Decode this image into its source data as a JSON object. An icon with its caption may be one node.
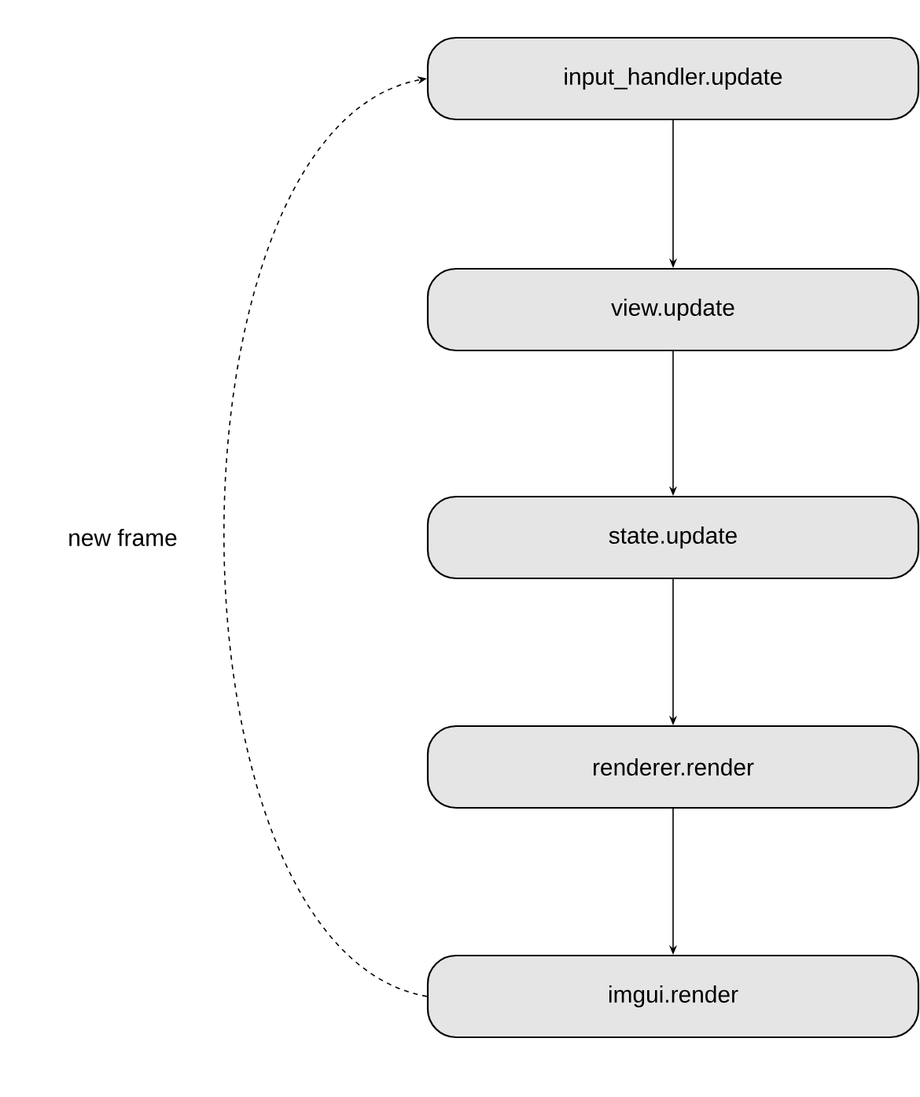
{
  "diagram": {
    "nodes": [
      {
        "text": [
          "input_handler.update"
        ]
      },
      {
        "text": [
          "view.update"
        ]
      },
      {
        "text": [
          "state.update"
        ]
      },
      {
        "text": [
          "renderer.render"
        ]
      },
      {
        "text": [
          "imgui.render"
        ]
      }
    ],
    "edges": [
      {
        "from": 0,
        "to": 1,
        "arrow": "to"
      },
      {
        "from": 1,
        "to": 2,
        "arrow": "to"
      },
      {
        "from": 2,
        "to": 3,
        "arrow": "to"
      },
      {
        "from": 3,
        "to": 4,
        "arrow": "to"
      },
      {
        "from": 4,
        "to": 0,
        "arrow": "to",
        "style": "dashed",
        "label": "new frame"
      }
    ]
  }
}
